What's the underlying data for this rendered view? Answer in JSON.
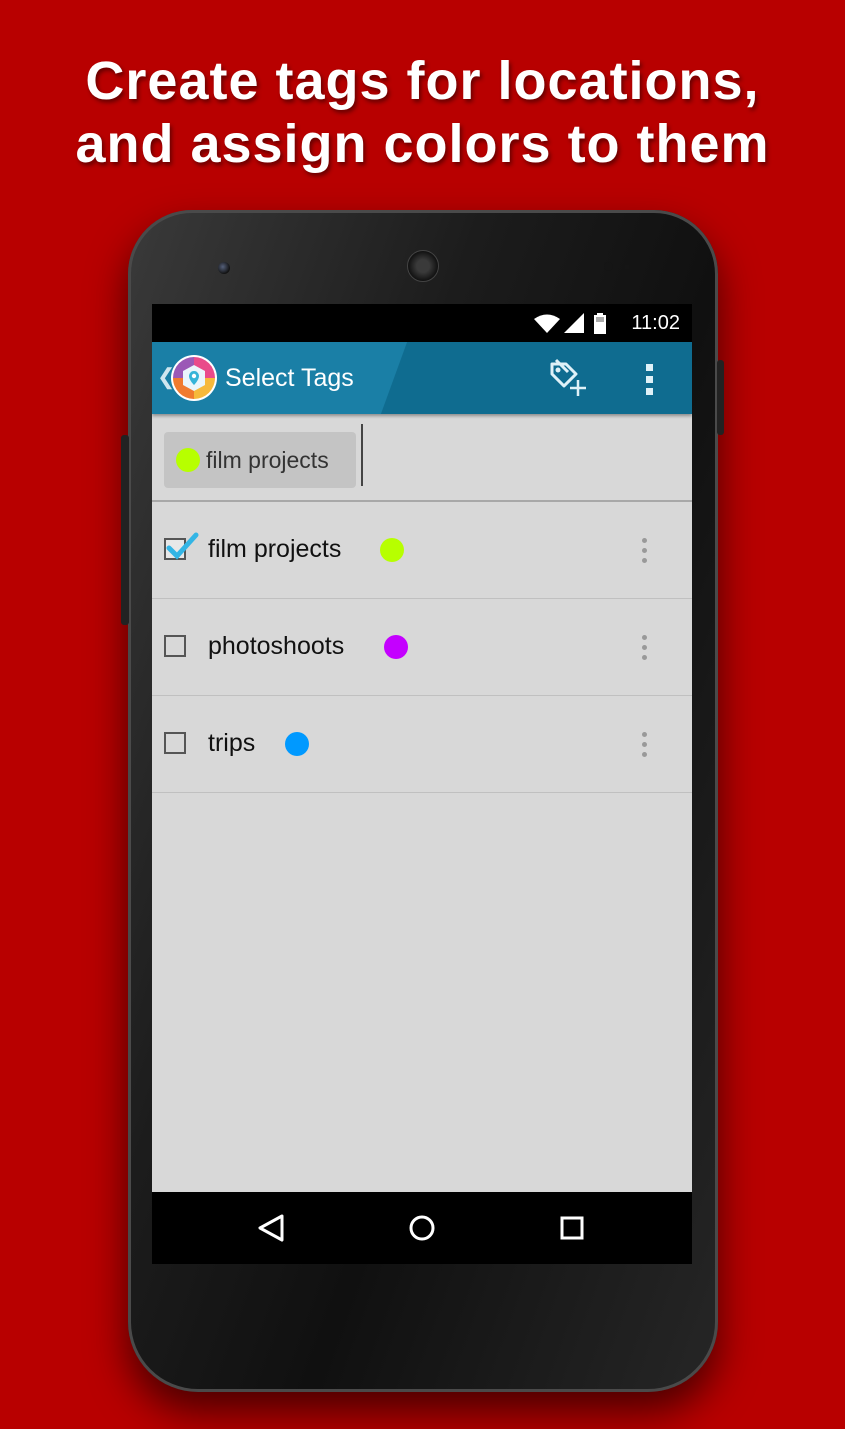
{
  "headline": {
    "line1": "Create tags for locations,",
    "line2": "and assign colors to them"
  },
  "statusbar": {
    "time": "11:02",
    "icons": [
      "wifi-icon",
      "signal-icon",
      "battery-icon"
    ]
  },
  "actionbar": {
    "title": "Select Tags",
    "back_glyph": "❮",
    "actions": [
      "add-tag-icon",
      "overflow-menu-icon"
    ]
  },
  "selected_chips": [
    {
      "label": "film projects",
      "color": "#b7ff00"
    }
  ],
  "tags": [
    {
      "label": "film projects",
      "color": "#b7ff00",
      "checked": true
    },
    {
      "label": "photoshoots",
      "color": "#c400ff",
      "checked": false
    },
    {
      "label": "trips",
      "color": "#0099ff",
      "checked": false
    }
  ],
  "navbar": {
    "buttons": [
      "back-icon",
      "home-icon",
      "recents-icon"
    ]
  },
  "colors": {
    "background": "#b80000",
    "actionbar": "#1a7fa6",
    "checkmark": "#33b5e5"
  }
}
